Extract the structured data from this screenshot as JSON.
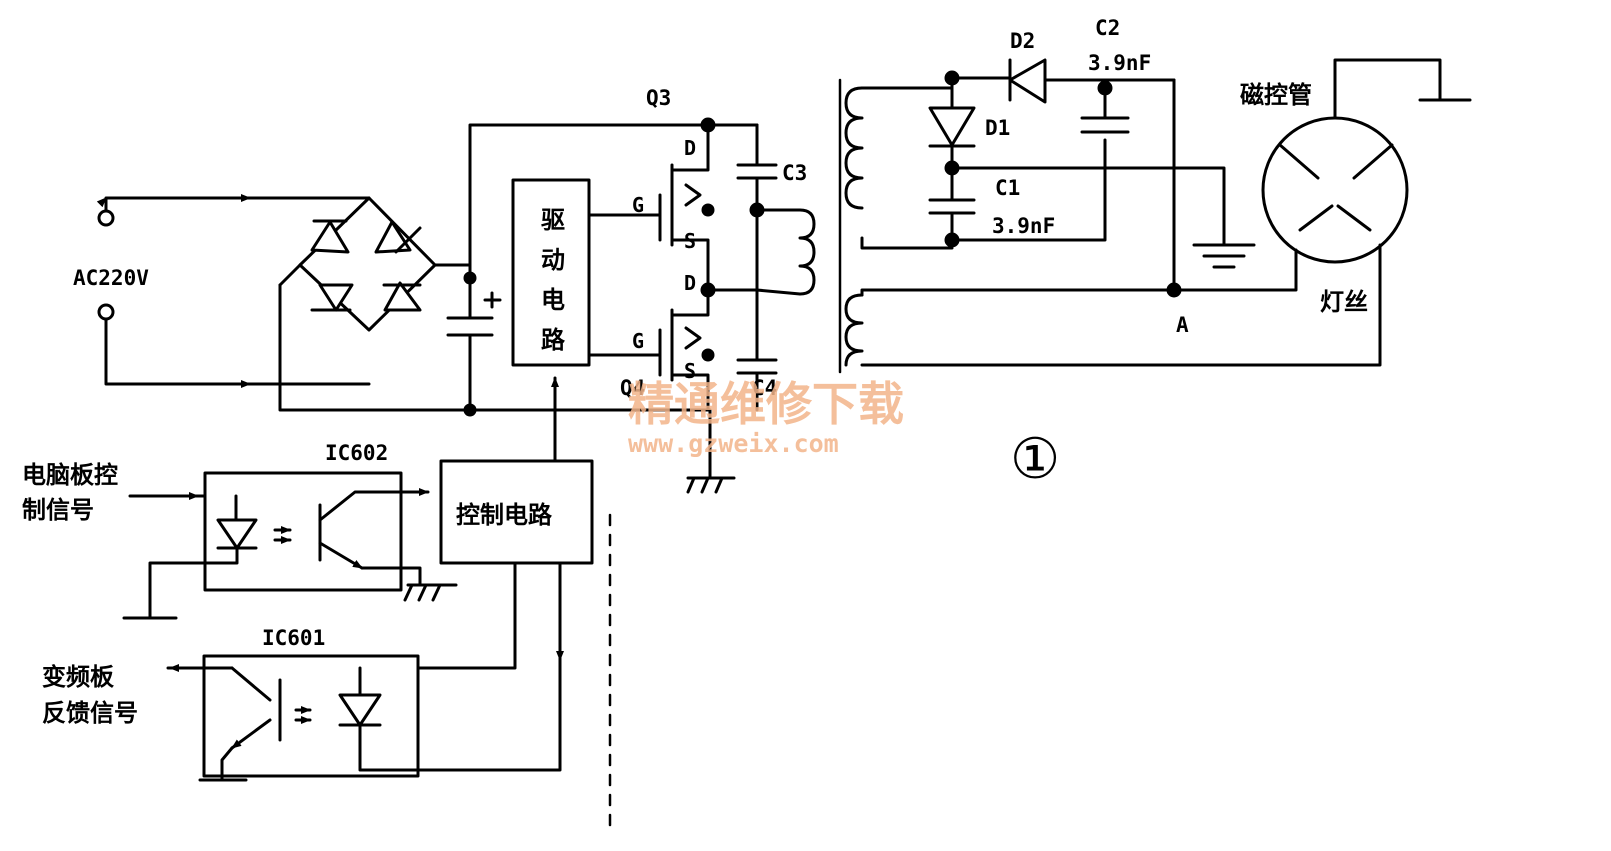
{
  "labels": {
    "ac_input": "AC220V",
    "q3": "Q3",
    "q4": "Q4",
    "d_top": "D",
    "g_top": "G",
    "s_top": "S",
    "d_bot": "D",
    "g_bot": "G",
    "s_bot": "S",
    "c3": "C3",
    "c4": "C4",
    "d1": "D1",
    "d2": "D2",
    "c1": "C1",
    "c1_value": "3.9nF",
    "c2": "C2",
    "c2_value": "3.9nF",
    "node_a": "A",
    "magnetron": "磁控管",
    "filament": "灯丝",
    "ic602": "IC602",
    "ic601": "IC601",
    "control_circuit": "控制电路",
    "pc_signal_line1": "电脑板控",
    "pc_signal_line2": "制信号",
    "inverter_feedback_line1": "变频板",
    "inverter_feedback_line2": "反馈信号",
    "figure_number": "①"
  },
  "drive_circuit": [
    "驱",
    "动",
    "电",
    "路"
  ],
  "watermark": {
    "title": "精通维修下载",
    "url": "www.gzweix.com"
  },
  "colors": {
    "line": "#000000",
    "watermark": "#f3b48a"
  }
}
